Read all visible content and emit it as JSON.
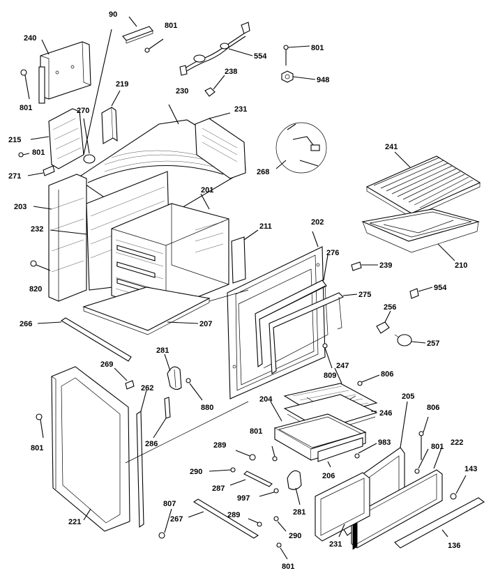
{
  "labels": [
    {
      "id": "p90",
      "text": "90"
    },
    {
      "id": "p801a",
      "text": "801"
    },
    {
      "id": "p240",
      "text": "240"
    },
    {
      "id": "p801b",
      "text": "801"
    },
    {
      "id": "p554",
      "text": "554"
    },
    {
      "id": "p801c",
      "text": "801"
    },
    {
      "id": "p238",
      "text": "238"
    },
    {
      "id": "p948",
      "text": "948"
    },
    {
      "id": "p219",
      "text": "219"
    },
    {
      "id": "p230",
      "text": "230"
    },
    {
      "id": "p231a",
      "text": "231"
    },
    {
      "id": "p270",
      "text": "270"
    },
    {
      "id": "p215",
      "text": "215"
    },
    {
      "id": "p801d",
      "text": "801"
    },
    {
      "id": "p271",
      "text": "271"
    },
    {
      "id": "p268",
      "text": "268"
    },
    {
      "id": "p241",
      "text": "241"
    },
    {
      "id": "p203",
      "text": "203"
    },
    {
      "id": "p201",
      "text": "201"
    },
    {
      "id": "p232",
      "text": "232"
    },
    {
      "id": "p211",
      "text": "211"
    },
    {
      "id": "p202",
      "text": "202"
    },
    {
      "id": "p276",
      "text": "276"
    },
    {
      "id": "p239",
      "text": "239"
    },
    {
      "id": "p210",
      "text": "210"
    },
    {
      "id": "p820",
      "text": "820"
    },
    {
      "id": "p954",
      "text": "954"
    },
    {
      "id": "p275",
      "text": "275"
    },
    {
      "id": "p256",
      "text": "256"
    },
    {
      "id": "p266",
      "text": "266"
    },
    {
      "id": "p207",
      "text": "207"
    },
    {
      "id": "p257",
      "text": "257"
    },
    {
      "id": "p281a",
      "text": "281"
    },
    {
      "id": "p269",
      "text": "269"
    },
    {
      "id": "p262",
      "text": "262"
    },
    {
      "id": "p809",
      "text": "809"
    },
    {
      "id": "p247",
      "text": "247"
    },
    {
      "id": "p806a",
      "text": "806"
    },
    {
      "id": "p880",
      "text": "880"
    },
    {
      "id": "p204",
      "text": "204"
    },
    {
      "id": "p205",
      "text": "205"
    },
    {
      "id": "p246",
      "text": "246"
    },
    {
      "id": "p806b",
      "text": "806"
    },
    {
      "id": "p801e",
      "text": "801"
    },
    {
      "id": "p286",
      "text": "286"
    },
    {
      "id": "p801f",
      "text": "801"
    },
    {
      "id": "p983",
      "text": "983"
    },
    {
      "id": "p801g",
      "text": "801"
    },
    {
      "id": "p222",
      "text": "222"
    },
    {
      "id": "p289a",
      "text": "289"
    },
    {
      "id": "p290a",
      "text": "290"
    },
    {
      "id": "p206",
      "text": "206"
    },
    {
      "id": "p143",
      "text": "143"
    },
    {
      "id": "p287",
      "text": "287"
    },
    {
      "id": "p997",
      "text": "997"
    },
    {
      "id": "p281b",
      "text": "281"
    },
    {
      "id": "p807",
      "text": "807"
    },
    {
      "id": "p221",
      "text": "221"
    },
    {
      "id": "p267",
      "text": "267"
    },
    {
      "id": "p289b",
      "text": "289"
    },
    {
      "id": "p290b",
      "text": "290"
    },
    {
      "id": "p231b",
      "text": "231"
    },
    {
      "id": "p136",
      "text": "136"
    },
    {
      "id": "p801h",
      "text": "801"
    }
  ]
}
